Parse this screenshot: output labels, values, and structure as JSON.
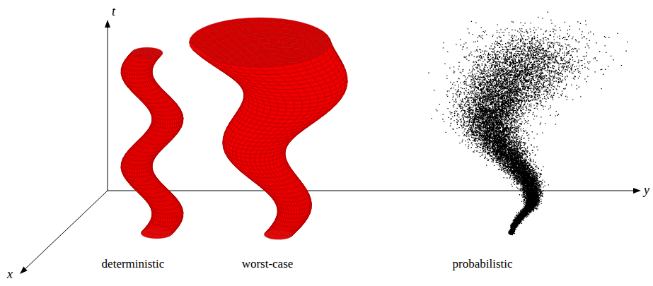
{
  "diagram": {
    "labels": [
      "t",
      "x",
      "y",
      "deterministic",
      "worst-case",
      "probabilistic"
    ]
  }
}
